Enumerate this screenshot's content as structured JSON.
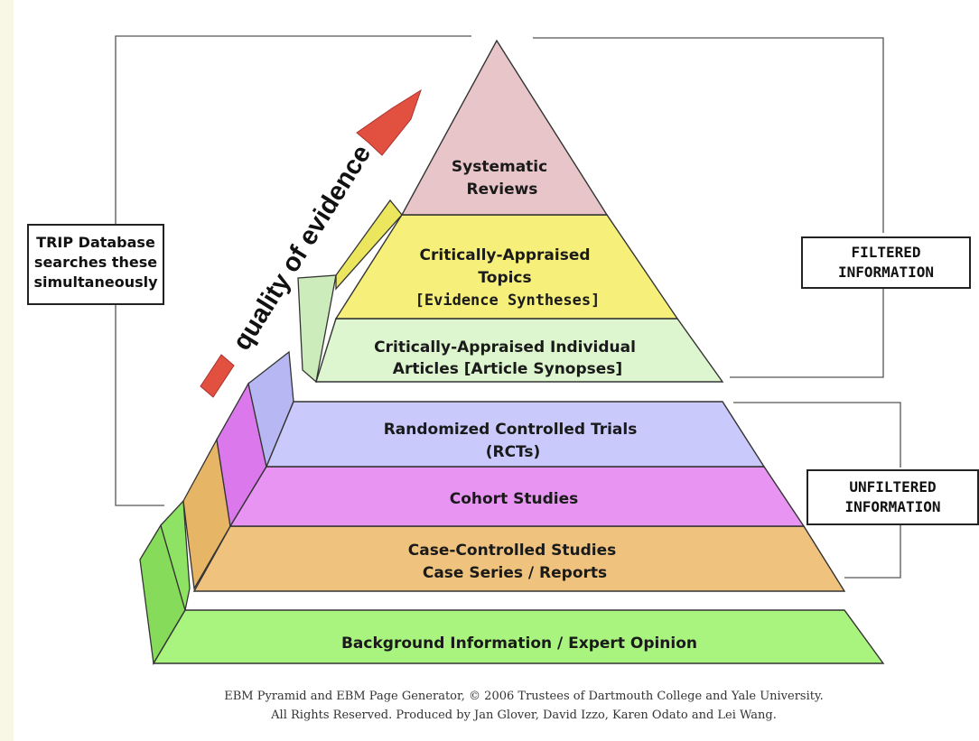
{
  "pyramid": {
    "levels": [
      {
        "id": "systematic-reviews",
        "lines": [
          "Systematic",
          "Reviews"
        ],
        "color": "#e8c5c8"
      },
      {
        "id": "critically-appraised-topics",
        "lines": [
          "Critically-Appraised",
          "Topics",
          "[Evidence Syntheses]"
        ],
        "color": "#f6f07a"
      },
      {
        "id": "critically-appraised-articles",
        "lines": [
          "Critically-Appraised Individual",
          "Articles [Article Synopses]"
        ],
        "color": "#ddf6cf"
      },
      {
        "id": "rcts",
        "lines": [
          "Randomized Controlled Trials",
          "(RCTs)"
        ],
        "color": "#c9c9fb"
      },
      {
        "id": "cohort-studies",
        "lines": [
          "Cohort Studies"
        ],
        "color": "#e794f3"
      },
      {
        "id": "case-controlled",
        "lines": [
          "Case-Controlled Studies",
          "Case Series / Reports"
        ],
        "color": "#efc27d"
      },
      {
        "id": "background",
        "lines": [
          "Background Information / Expert Opinion"
        ],
        "color": "#a8f47f"
      }
    ],
    "arrow_label": "quality of evidence",
    "arrow_color": "#e2503f"
  },
  "labels": {
    "trip": [
      "TRIP Database",
      "searches these",
      "simultaneously"
    ],
    "filtered": [
      "FILTERED",
      "INFORMATION"
    ],
    "unfiltered": [
      "UNFILTERED",
      "INFORMATION"
    ]
  },
  "caption": {
    "line1": "EBM Pyramid and EBM Page Generator, © 2006 Trustees of Dartmouth College and Yale University.",
    "line2": "All Rights Reserved. Produced by Jan Glover, David Izzo, Karen Odato and Lei Wang."
  }
}
